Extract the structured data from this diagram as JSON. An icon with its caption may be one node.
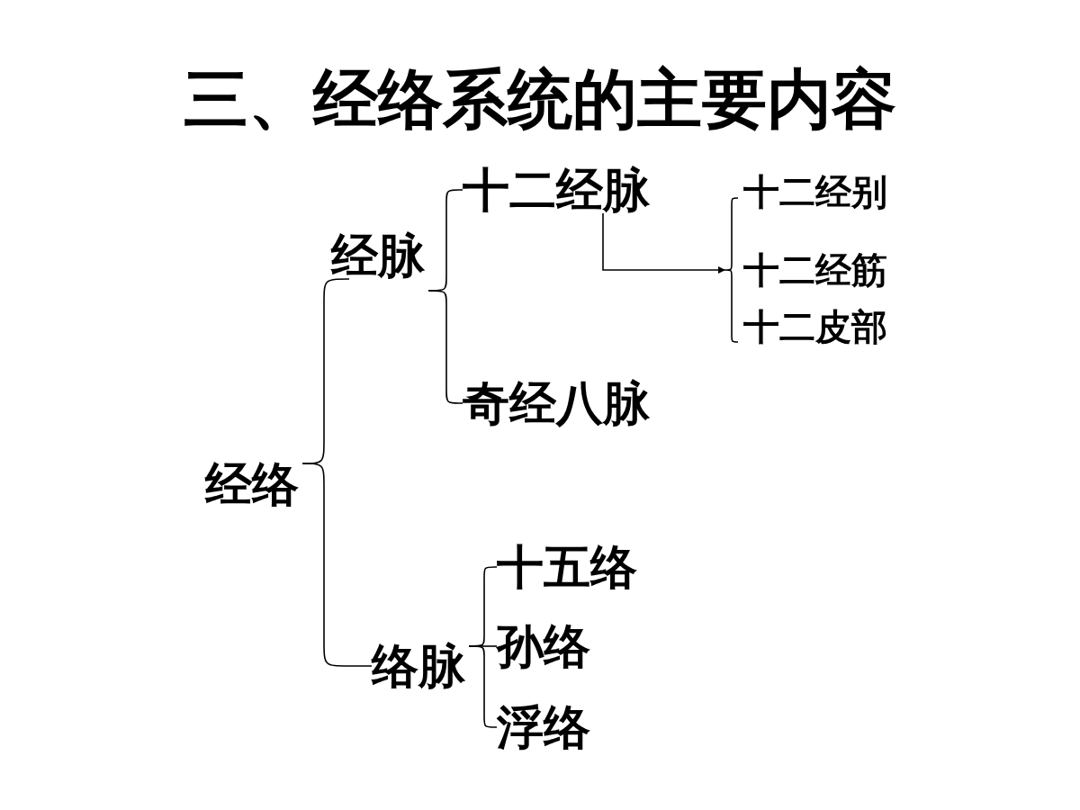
{
  "diagram": {
    "title": "三、经络系统的主要内容",
    "nodes": [
      {
        "text": [
          "经络"
        ]
      },
      {
        "text": [
          "经脉"
        ]
      },
      {
        "text": [
          "十二经脉"
        ]
      },
      {
        "text": [],
        "shape": "brace"
      },
      {
        "text": [
          "十二经别"
        ]
      },
      {
        "text": [
          "十二经筋"
        ]
      },
      {
        "text": [
          "十二皮部"
        ]
      },
      {
        "text": [
          "奇经八脉"
        ]
      },
      {
        "text": [
          "络脉"
        ]
      },
      {
        "text": [
          "十五络"
        ]
      },
      {
        "text": [
          "孙络"
        ]
      },
      {
        "text": [
          "浮络"
        ]
      }
    ],
    "edges": [
      {
        "from": 0,
        "to": 1,
        "arrow": "none"
      },
      {
        "from": 0,
        "to": 8,
        "arrow": "none"
      },
      {
        "from": 1,
        "to": 2,
        "arrow": "none"
      },
      {
        "from": 1,
        "to": 7,
        "arrow": "none"
      },
      {
        "from": 2,
        "to": 3,
        "arrow": "to"
      },
      {
        "from": 8,
        "to": 9,
        "arrow": "none"
      },
      {
        "from": 8,
        "to": 10,
        "arrow": "none"
      },
      {
        "from": 8,
        "to": 11,
        "arrow": "none"
      }
    ]
  }
}
